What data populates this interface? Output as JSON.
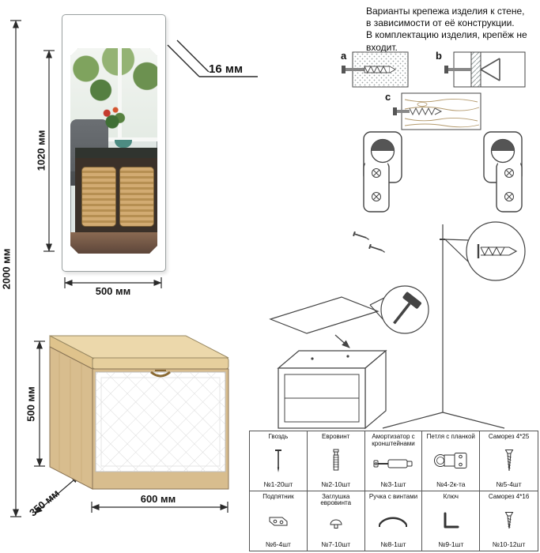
{
  "sheet": {
    "dimensions": {
      "total_height": "2000 мм",
      "mirror_glass_height": "1020 мм",
      "mirror_thickness": "16 мм",
      "mirror_width": "500 мм",
      "cabinet_height": "500 мм",
      "cabinet_depth": "350 мм",
      "cabinet_width": "600 мм"
    },
    "mounting_note": {
      "lines": [
        "Варианты крепежа изделия к стене,",
        "в зависимости от её конструкции.",
        "В комплектацию изделия, крепёж не",
        "входит."
      ]
    },
    "wall_variants": {
      "a": "a",
      "b": "b",
      "c": "c"
    },
    "parts": [
      {
        "name": "Гвоздь",
        "qty": "№1-20шт",
        "icon": "nail-icon"
      },
      {
        "name": "Евровинт",
        "qty": "№2-10шт",
        "icon": "confirmat-screw-icon"
      },
      {
        "name": "Амортизатор с кронштейнами",
        "qty": "№3-1шт",
        "icon": "gas-lift-icon"
      },
      {
        "name": "Петля с планкой",
        "qty": "№4-2к-та",
        "icon": "hinge-icon"
      },
      {
        "name": "Саморез 4*25",
        "qty": "№5-4шт",
        "icon": "screw-4x25-icon"
      },
      {
        "name": "Подпятник",
        "qty": "№6-4шт",
        "icon": "foot-glide-icon"
      },
      {
        "name": "Заглушка евровинта",
        "qty": "№7-10шт",
        "icon": "screw-cap-icon"
      },
      {
        "name": "Ручка с винтами",
        "qty": "№8-1шт",
        "icon": "handle-icon"
      },
      {
        "name": "Ключ",
        "qty": "№9-1шт",
        "icon": "hex-key-icon"
      },
      {
        "name": "Саморез 4*16",
        "qty": "№10-12шт",
        "icon": "screw-4x16-icon"
      }
    ],
    "colors": {
      "wood": "#d8bd8e",
      "cushion": "#ecd8ab",
      "dimension_line": "#2a2a2a"
    }
  }
}
